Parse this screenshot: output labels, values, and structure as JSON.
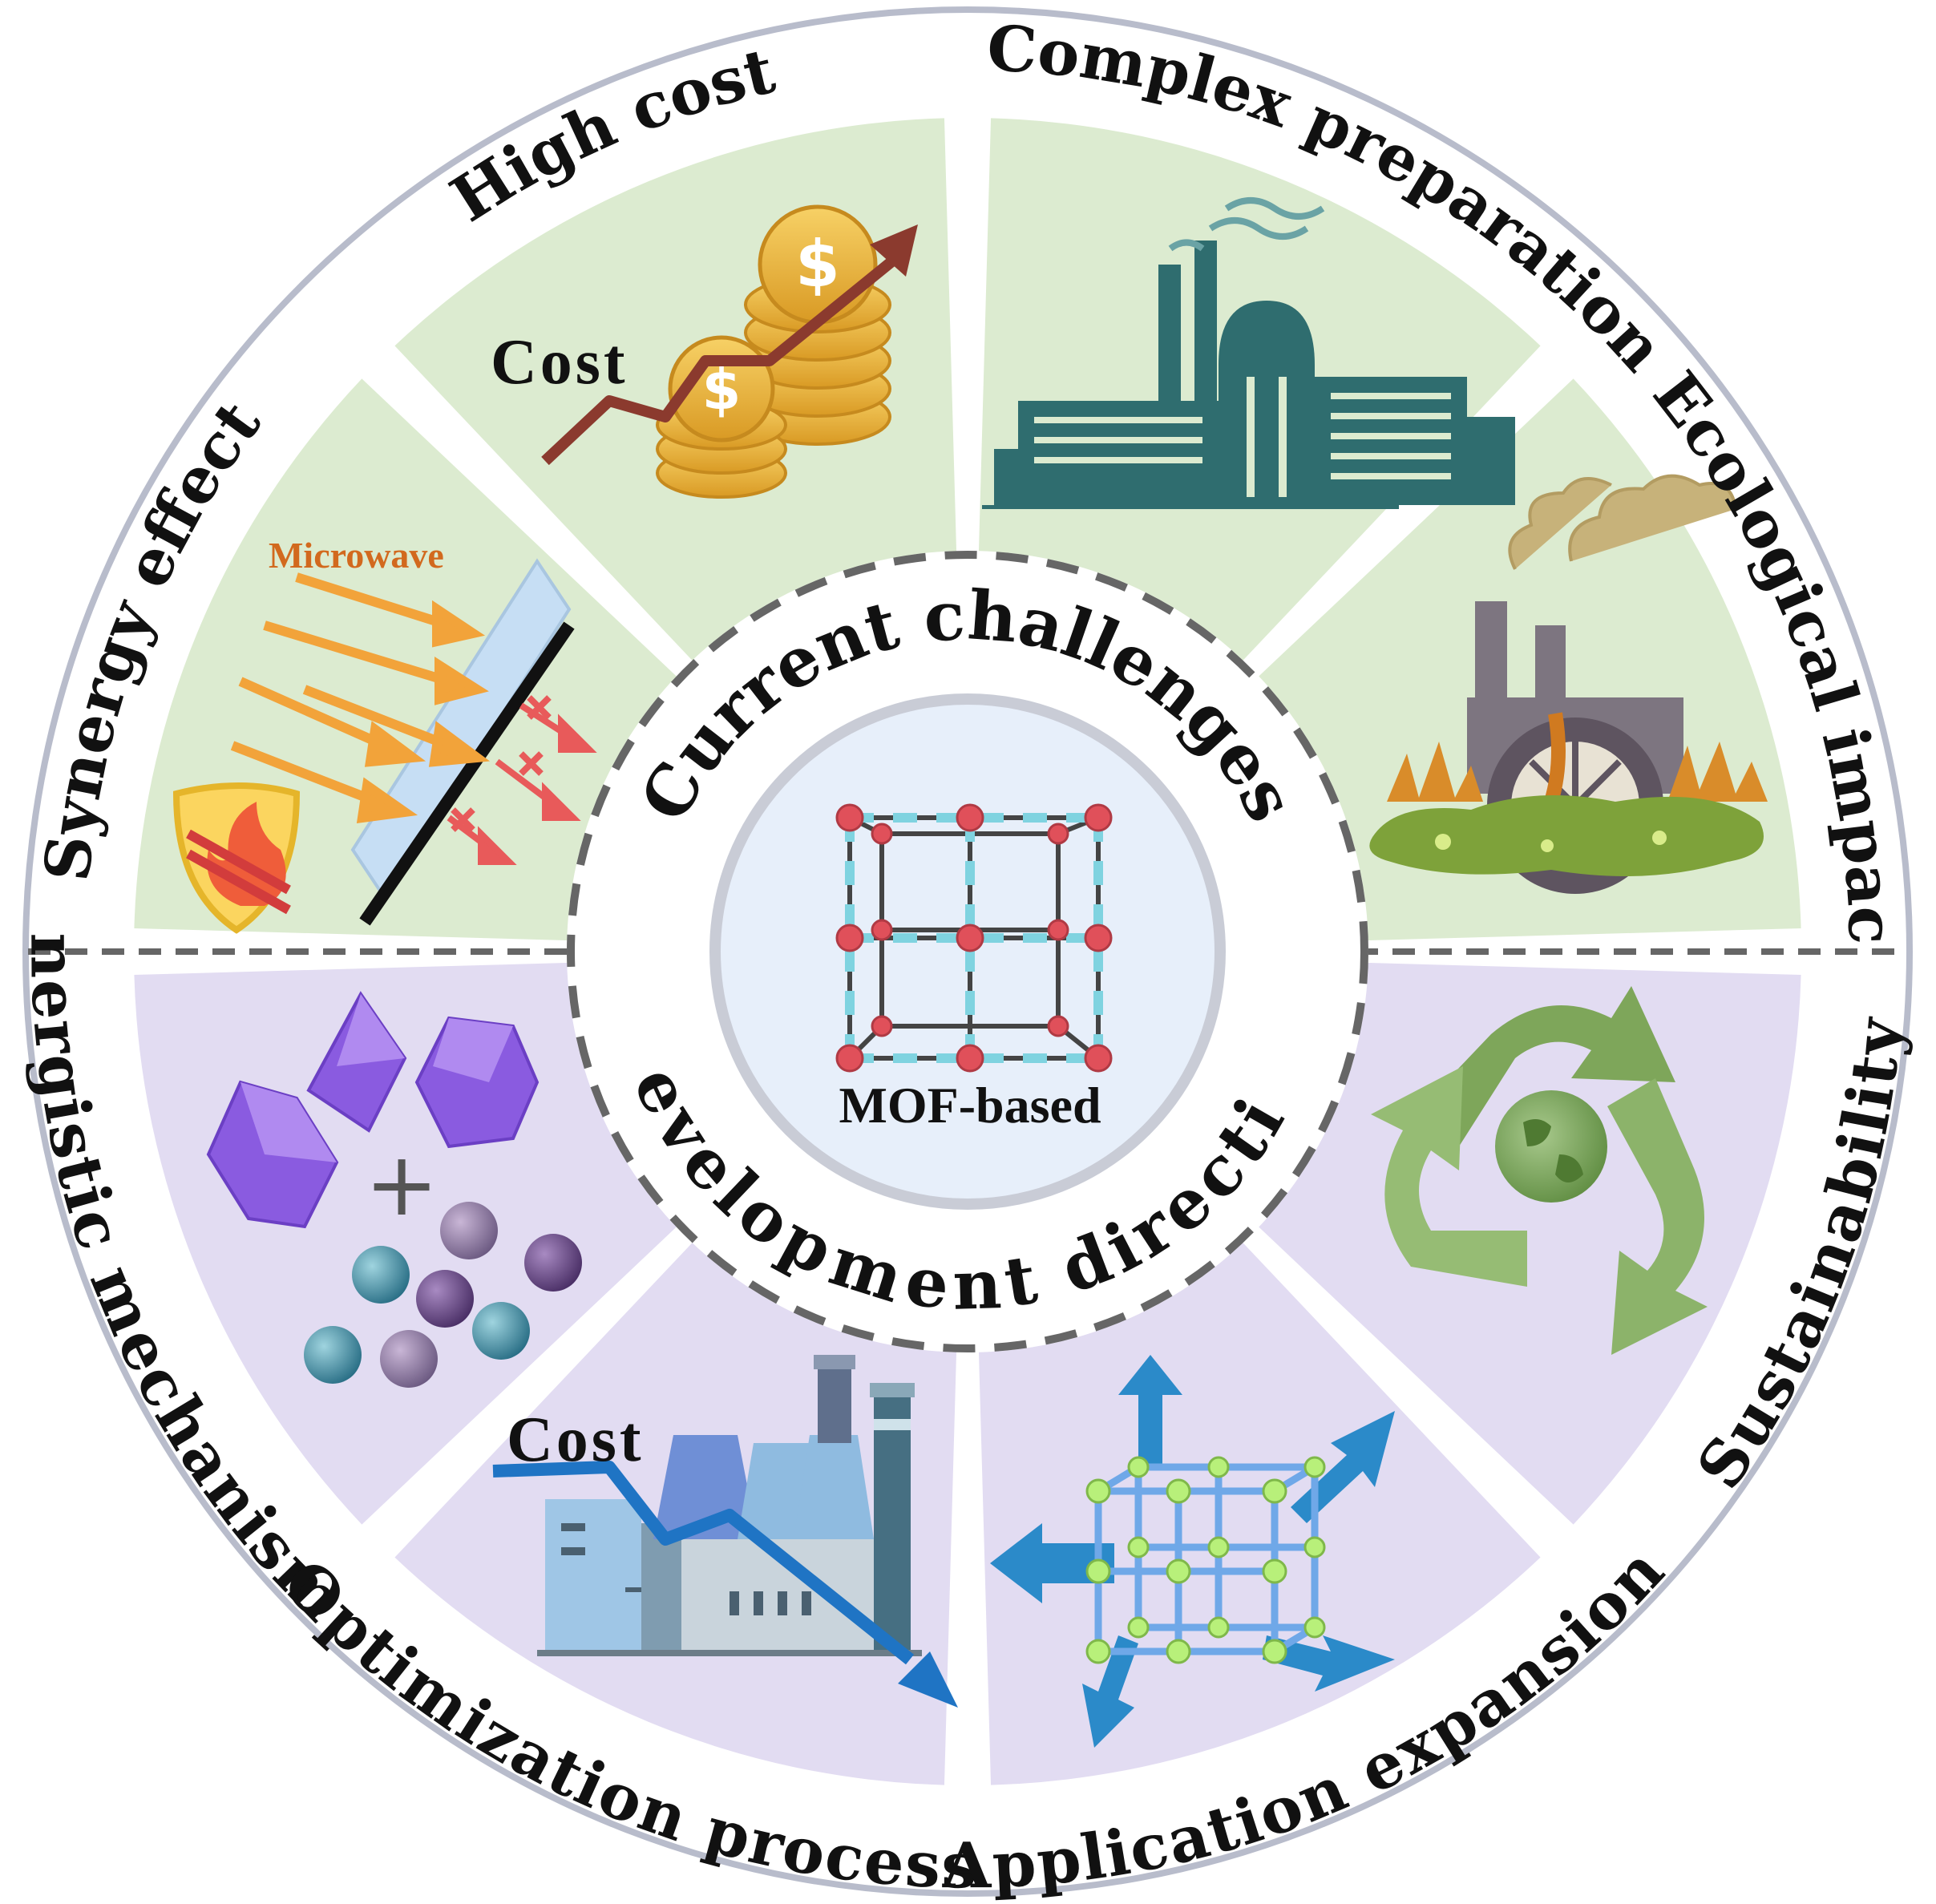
{
  "center": {
    "core_label": "MOF-based",
    "upper_title": "Current challenges",
    "lower_title": "Development direction"
  },
  "challenges": {
    "high_cost": {
      "label": "High cost",
      "inner_text": "Cost"
    },
    "complex_preparation": {
      "label": "Complex preparation"
    },
    "ecological_impact": {
      "label": "Ecological impact"
    },
    "synergy_effect": {
      "label": "Synergy effect",
      "inner_text": "Microwave"
    }
  },
  "directions": {
    "synergistic_mechanism": {
      "label": "Synergistic mechanism"
    },
    "optimization_process": {
      "label": "Optimization process",
      "inner_text": "Cost"
    },
    "application_expansion": {
      "label": "Application expansion"
    },
    "sustainability": {
      "label": "Sustainability"
    }
  },
  "colors": {
    "challenge_fill": "#dcebd0",
    "direction_fill": "#e2dcf2",
    "ring_stroke": "#b8bccb",
    "divider": "#666666",
    "factory_teal": "#2f6d6f",
    "coin_gold": "#e7b53c",
    "cost_up_arrow": "#8b3a2e",
    "cost_down_arrow": "#1f74c4",
    "microwave_arrow": "#f2a33a",
    "recycle_green": "#7ea65a",
    "crystal_purple": "#8a5be0",
    "mof_node_red": "#e0505a",
    "mof_link_cyan": "#7fd3e0",
    "mof_node_green": "#b8f07a",
    "expansion_arrow": "#2b8ac9"
  }
}
